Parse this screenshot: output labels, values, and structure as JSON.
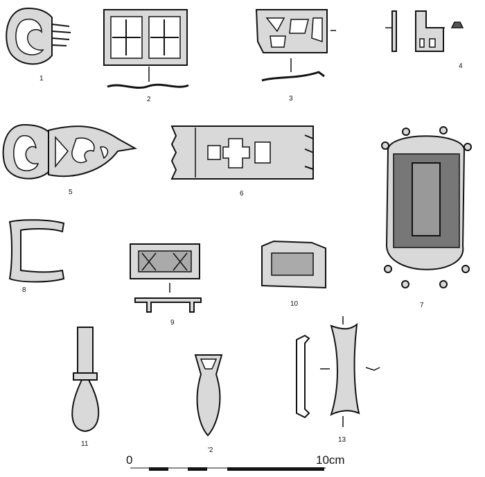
{
  "figure_labels": [
    "1",
    "2",
    "3",
    "4",
    "5",
    "6",
    "7",
    "8",
    "9",
    "10",
    "11",
    "'2",
    "13"
  ],
  "scale": {
    "start_label": "0",
    "end_label": "10cm"
  }
}
